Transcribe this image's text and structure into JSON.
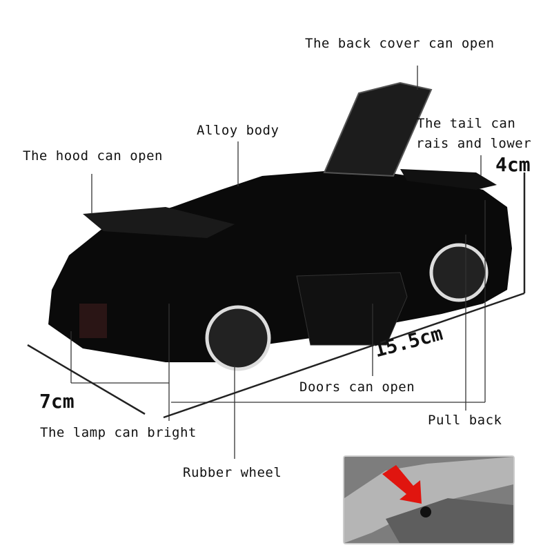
{
  "labels": {
    "back_cover": "The back cover can open",
    "alloy_body": "Alloy body",
    "tail_line1": "The tail can",
    "tail_line2": "rais and lower",
    "height": "4cm",
    "hood": "The hood can open",
    "length": "15.5cm",
    "doors": "Doors can open",
    "width": "7cm",
    "pull_back": "Pull back",
    "lamp": "The lamp can bright",
    "wheel": "Rubber wheel"
  },
  "colors": {
    "car": "#0a0a0a",
    "arrow": "#e0150f",
    "line": "#333333"
  }
}
